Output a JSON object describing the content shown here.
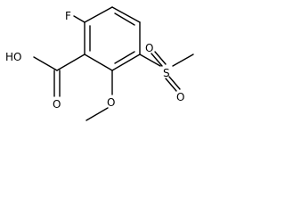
{
  "molecule": {
    "atoms": {
      "fluorine": "F",
      "hydroxyl": "HO",
      "carbonyl_oxygen": "O",
      "methoxy_oxygen": "O",
      "sulfur": "S",
      "sulfonyl_oxygen_1": "O",
      "sulfonyl_oxygen_2": "O"
    },
    "bond_color": "#000000",
    "background_color": "#ffffff"
  }
}
